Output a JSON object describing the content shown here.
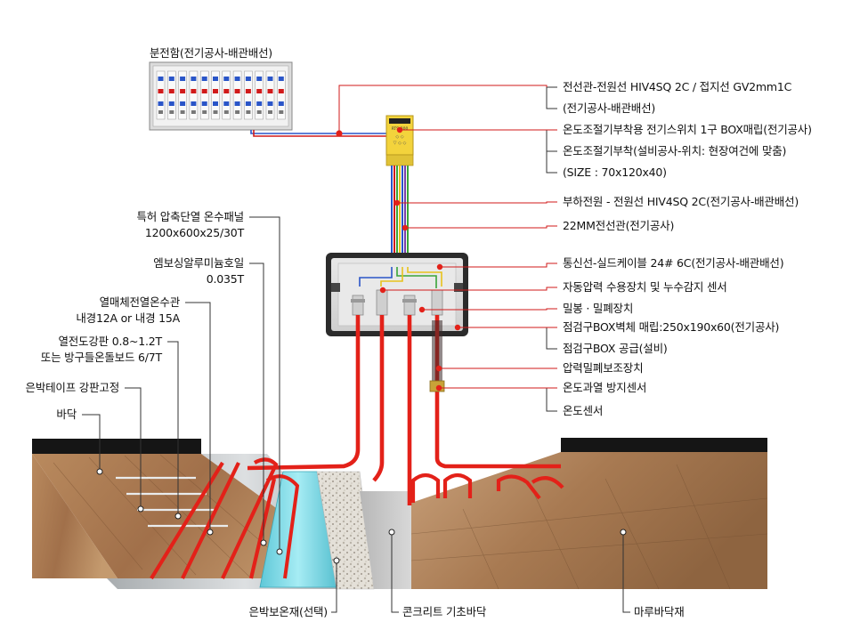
{
  "panel": {
    "label": "분전함(전기공사-배관배선)"
  },
  "thermostat_box": {
    "brand_text": "RTS-300"
  },
  "colors": {
    "heating_pipe": "#e32119",
    "leader_line": "#d11a1a",
    "wire_blue": "#2a55c8",
    "wire_green": "#3aa53a",
    "wire_yellow": "#e8c21c",
    "box_body": "#f3d33c",
    "floor_wood": "#9a6b43",
    "insulation_panel": "#7fd6e3",
    "concrete": "#c9c9c9"
  },
  "right_labels": [
    {
      "text": "전선관-전원선 HIV4SQ 2C / 접지선 GV2mm1C"
    },
    {
      "text": "(전기공사-배관배선)"
    },
    {
      "text": "온도조절기부착용 전기스위치 1구 BOX매립(전기공사)"
    },
    {
      "text": "온도조절기부착(설비공사-위치: 현장여건에 맞춤)"
    },
    {
      "text": "(SIZE : 70x120x40)"
    },
    {
      "text": "부하전원 - 전원선 HIV4SQ 2C(전기공사-배관배선)"
    },
    {
      "text": "22MM전선관(전기공사)"
    },
    {
      "text": "통신선-실드케이블 24# 6C(전기공사-배관배선)"
    },
    {
      "text": "자동압력 수용장치 및 누수감지 센서"
    },
    {
      "text": "밀봉 · 밀폐장치"
    },
    {
      "text": "점검구BOX벽체 매립:250x190x60(전기공사)"
    },
    {
      "text": "점검구BOX 공급(설비)"
    },
    {
      "text": "압력밀폐보조장치"
    },
    {
      "text": "온도과열 방지센서"
    },
    {
      "text": "온도센서"
    }
  ],
  "left_labels": [
    {
      "line1": "특허 압축단열 온수패널",
      "line2": "1200x600x25/30T"
    },
    {
      "line1": "엠보싱알루미늄호일",
      "line2": "0.035T"
    },
    {
      "line1": "열매체전열온수관",
      "line2": "내경12A or 내경 15A"
    },
    {
      "line1": "열전도강판 0.8~1.2T",
      "line2": "또는 방구들온돌보드 6/7T"
    },
    {
      "line1": "은박테이프 강판고정",
      "line2": ""
    },
    {
      "line1": "바닥",
      "line2": ""
    }
  ],
  "bottom_labels": [
    {
      "text": "은박보온재(선택)"
    },
    {
      "text": "콘크리트 기초바닥"
    },
    {
      "text": "마루바닥재"
    }
  ]
}
